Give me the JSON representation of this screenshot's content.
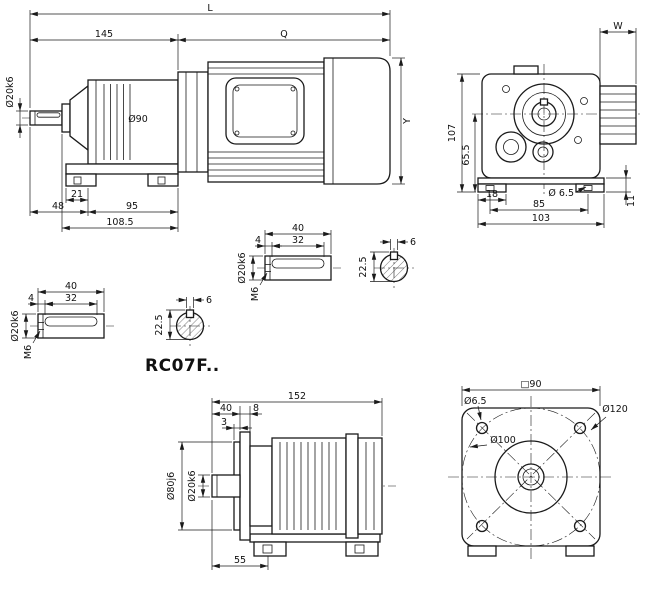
{
  "title": "RC07F..",
  "motor_side": {
    "L": "L",
    "front": "145",
    "Q": "Q",
    "shaft_dia": "Ø20k6",
    "housing_dia": "Ø90",
    "height": "Y",
    "d21": "21",
    "d48": "48",
    "d95": "95",
    "d1085": "108.5"
  },
  "end_view": {
    "W": "W",
    "d107": "107",
    "d655": "65.5",
    "d18": "18",
    "hole_dia": "Ø 6.5",
    "d85": "85",
    "d11": "11",
    "d103": "103"
  },
  "shaft_detail": {
    "d40": "40",
    "d4": "4",
    "d32": "32",
    "dia": "Ø20k6",
    "thread": "M6"
  },
  "key_section": {
    "d225": "22.5",
    "d6": "6"
  },
  "gear_side": {
    "d152": "152",
    "d40": "40",
    "d8": "8",
    "d3": "3",
    "dia80": "Ø80j6",
    "dia20": "Ø20k6",
    "d55": "55"
  },
  "flange": {
    "sq": "□90",
    "hole_dia": "Ø6.5",
    "bolt_circle": "Ø100",
    "outer_dia": "Ø120"
  }
}
